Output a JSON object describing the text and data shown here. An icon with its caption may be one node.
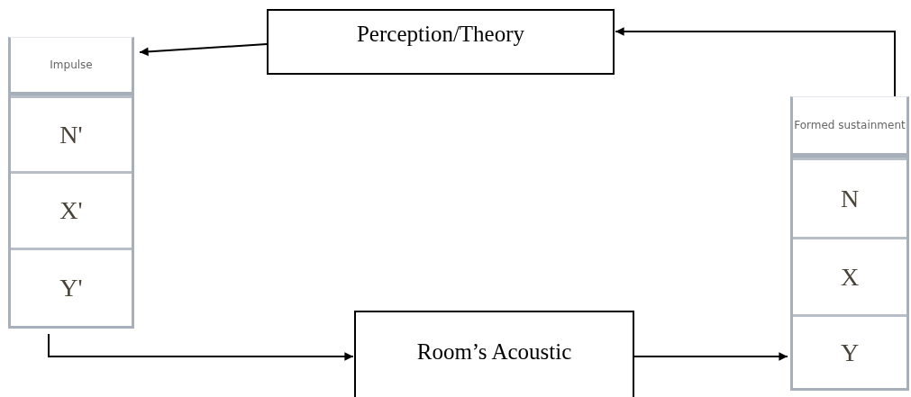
{
  "diagram": {
    "nodes": [
      {
        "text": [
          "Perception/Theory"
        ]
      },
      {
        "text": [
          "Impulse"
        ]
      },
      {
        "text": [
          "N'"
        ],
        "in": 1
      },
      {
        "text": [
          "X'"
        ],
        "in": 1
      },
      {
        "text": [
          "Y'"
        ],
        "in": 1
      },
      {
        "text": [
          "Formed sustainment"
        ]
      },
      {
        "text": [
          "N"
        ],
        "in": 5
      },
      {
        "text": [
          "X"
        ],
        "in": 5
      },
      {
        "text": [
          "Y"
        ],
        "in": 5
      },
      {
        "text": [
          "Room’s Acoustic"
        ]
      }
    ],
    "edges": [
      {
        "from": 0,
        "to": 1,
        "arrow": "to"
      },
      {
        "from": 5,
        "to": 0,
        "arrow": "to"
      },
      {
        "from": 1,
        "to": 9,
        "arrow": "to"
      },
      {
        "from": 9,
        "to": 8,
        "arrow": "to"
      }
    ]
  }
}
